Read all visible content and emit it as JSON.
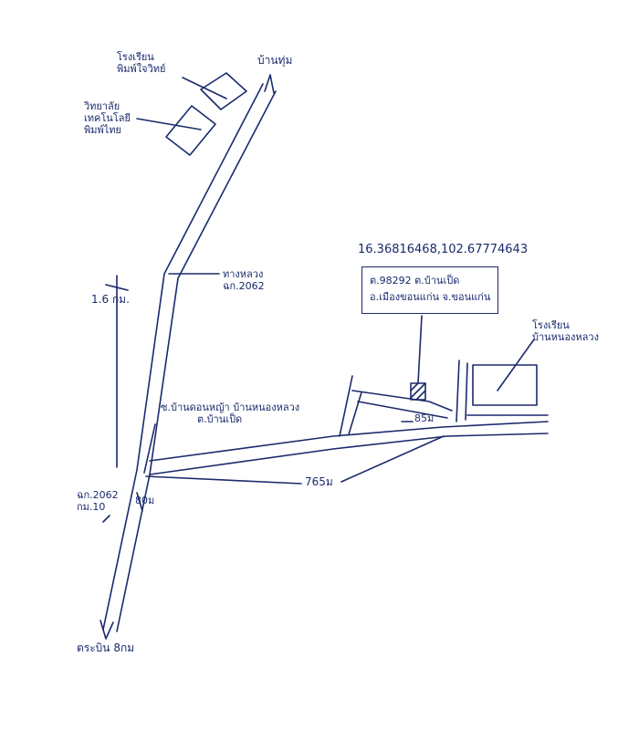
{
  "labels": {
    "top_direction": "บ้านทุ่ม",
    "school_top": [
      "โรงเรียน",
      "พิมพ์ใจวิทย์"
    ],
    "college": [
      "วิทยาลัย",
      "เทคโนโลยี",
      "พิมพ์ไทย"
    ],
    "distance_north": "1.6 กม.",
    "road_name": [
      "ทางหลวง",
      "ฉก.2062"
    ],
    "village_label": [
      "ซ.บ้านดอนหญ้า บ้านหนองหลวง",
      "ต.บ้านเป็ด"
    ],
    "road_km": [
      "ฉก.2062",
      "กม.10"
    ],
    "junction_distance": "80ม",
    "distance_east": "765ม",
    "short_distance": "85ม",
    "bottom_direction": "ตระบิน 8กม",
    "school_right": [
      "โรงเรียน",
      "บ้านหนองหลวง"
    ],
    "coordinates": "16.36816468,102.67774643",
    "address_lines": [
      "ต.98292 ต.บ้านเป็ด",
      "อ.เมืองขอนแก่น จ.ขอนแก่น"
    ]
  },
  "colors": {
    "ink": "#1a2a6c"
  },
  "icons": [
    "north-arrow-icon",
    "south-arrow-icon",
    "target-site-marker"
  ]
}
